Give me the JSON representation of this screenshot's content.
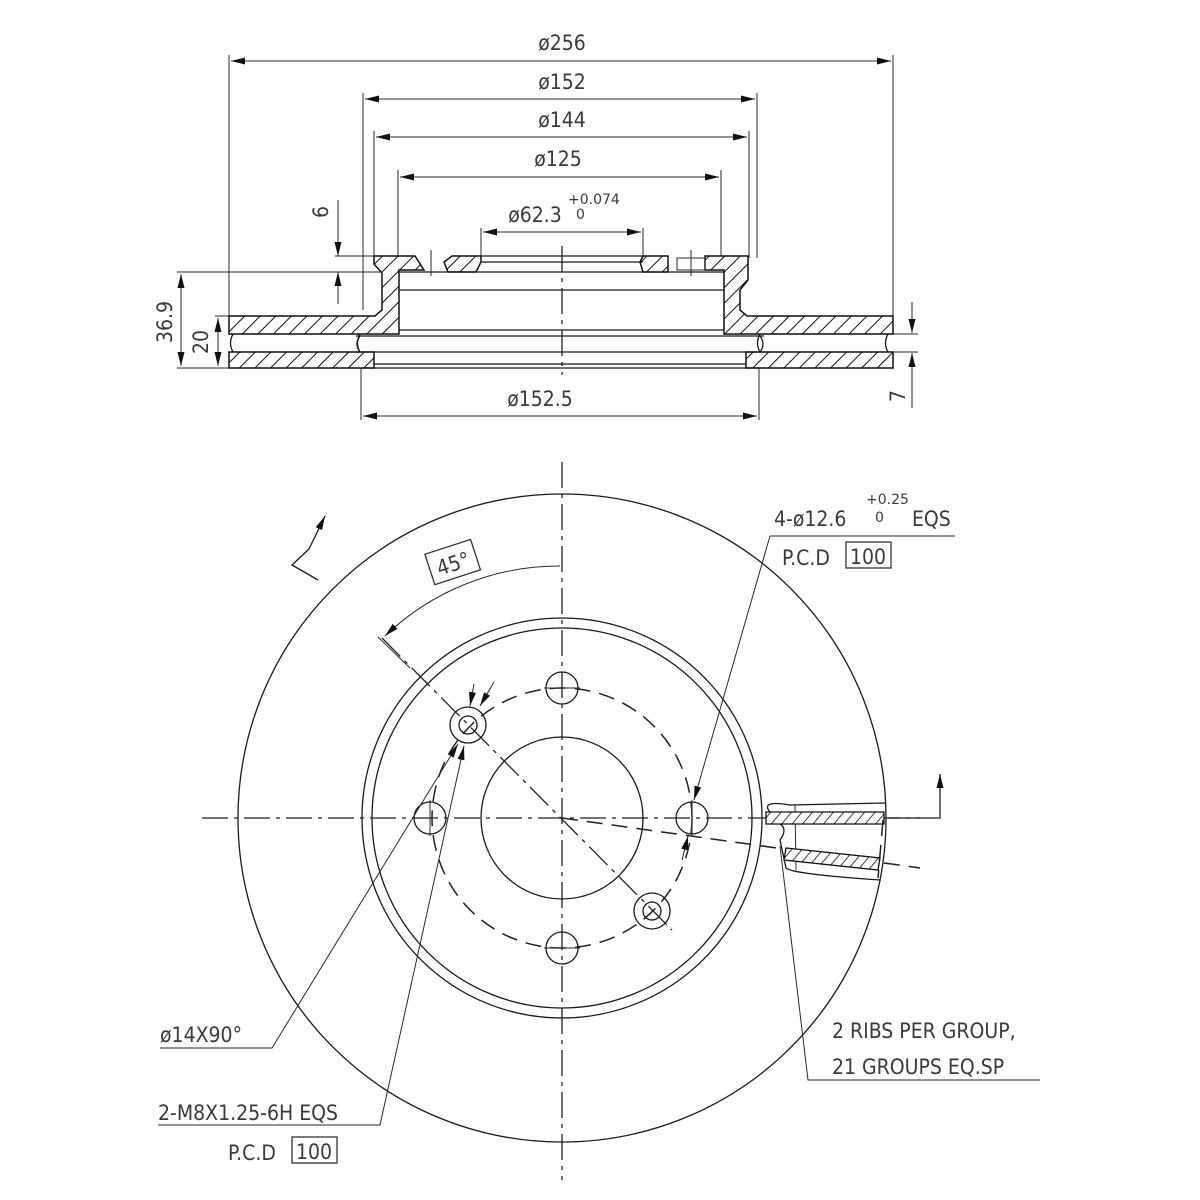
{
  "title": "Ventilated brake disc technical drawing",
  "section_view": {
    "dimensions": {
      "outer_diameter": "ø256",
      "hat_outer_diameter": "ø152",
      "hat_inner_diameter": "ø144",
      "bolt_circle_marker": "ø125",
      "center_bore": "ø62.3",
      "center_bore_tol_upper": "+0.074",
      "center_bore_tol_lower": "0",
      "inner_vent_diameter": "ø152.5",
      "hat_face_thickness": "6",
      "overall_height": "36.9",
      "disc_thickness": "20",
      "friction_ring_thickness": "7"
    }
  },
  "front_view": {
    "angle_label": "45°",
    "bolt_holes": {
      "spec": "4-ø12.6",
      "tol_upper": "+0.25",
      "tol_lower": "0",
      "suffix": "EQS",
      "pcd_label": "P.C.D",
      "pcd_value": "100"
    },
    "countersink": {
      "spec": "ø14X90°"
    },
    "threaded_holes": {
      "spec": "2-M8X1.25-6H EQS",
      "pcd_label": "P.C.D",
      "pcd_value": "100"
    },
    "ribs_note": {
      "line1": "2 RIBS PER GROUP,",
      "line2": "21 GROUPS EQ.SP"
    }
  },
  "colors": {
    "line": "#1a1a1a",
    "text": "#3a3a3a",
    "background": "#ffffff"
  }
}
